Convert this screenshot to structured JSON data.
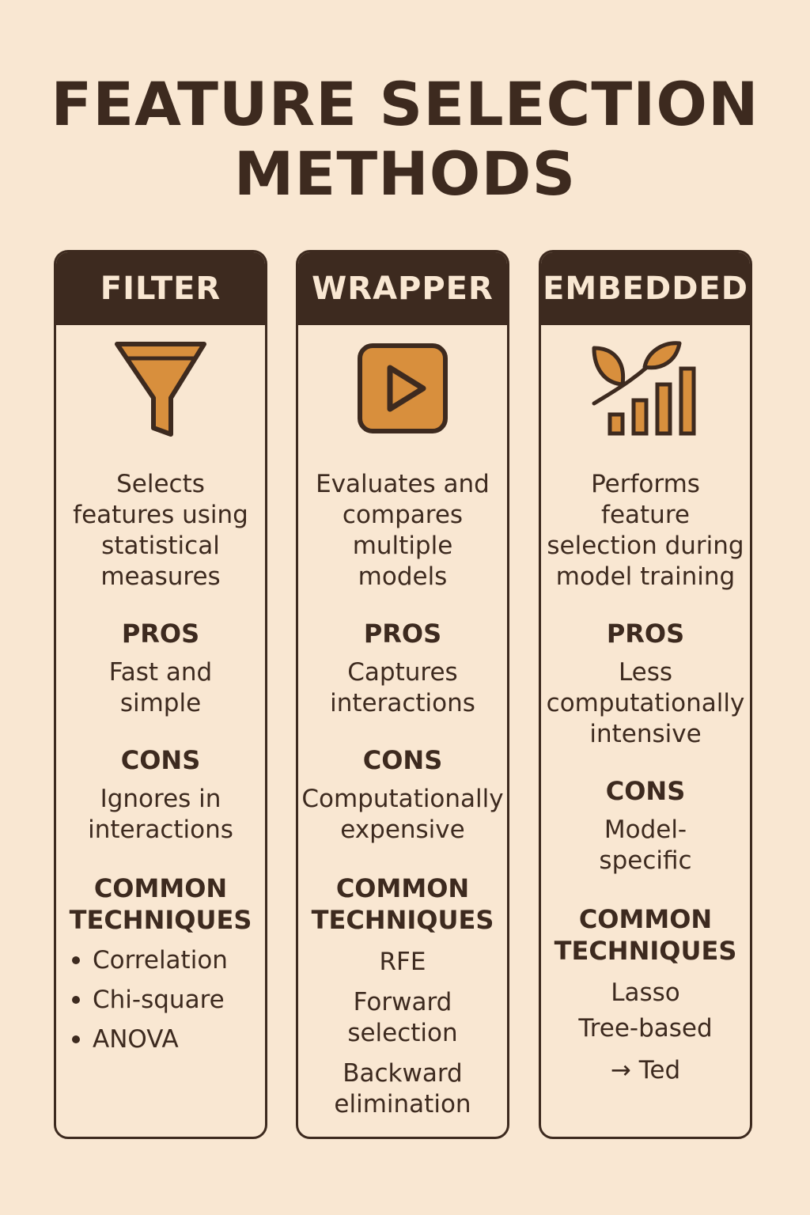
{
  "title": {
    "line1": "FEATURE SELECTION",
    "line2": "METHODS"
  },
  "colors": {
    "dark": "#3d2a1f",
    "accent": "#d88f3d",
    "background": "#f9e7d2"
  },
  "columns": [
    {
      "header": "FILTER",
      "icon": "funnel-icon",
      "description": "Selects features using statistical measures",
      "pros_label": "PROS",
      "pros": "Fast and simple",
      "cons_label": "CONS",
      "cons": "Ignores in interactions",
      "techniques_label": "COMMON TECHNIQUES",
      "techniques": [
        "Correlation",
        "Chi-square",
        "ANOVA"
      ]
    },
    {
      "header": "WRAPPER",
      "icon": "play-icon",
      "description": "Evaluates and compares multiple models",
      "pros_label": "PROS",
      "pros": "Captures interactions",
      "cons_label": "CONS",
      "cons": "Computationally expensive",
      "techniques_label": "COMMON TECHNIQUES",
      "techniques": [
        "RFE",
        "Forward selection",
        "Backward elimination"
      ]
    },
    {
      "header": "EMBEDDED",
      "icon": "leaf-bar-chart-icon",
      "description": "Performs feature selection during model training",
      "pros_label": "PROS",
      "pros": "Less computationally intensive",
      "cons_label": "CONS",
      "cons": "Model-specific",
      "techniques_label": "COMMON TECHNIQUES",
      "techniques": [
        "Lasso",
        "Tree-based",
        "→ Ted"
      ]
    }
  ]
}
